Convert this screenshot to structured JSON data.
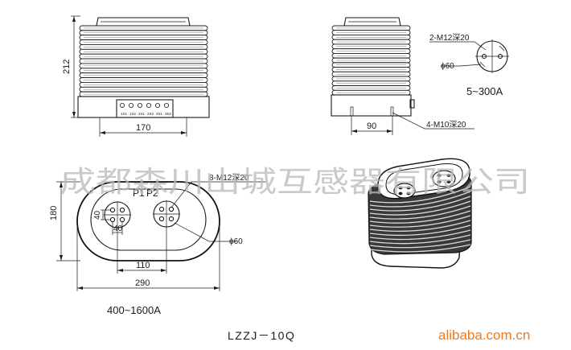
{
  "front_view": {
    "height_dim": "212",
    "width_dim": "170",
    "terminal_labels": [
      "1S1",
      "1S2",
      "2S1",
      "2S2",
      "3S1",
      "3S2"
    ]
  },
  "side_view": {
    "mount_dim": "90",
    "hole_note": "4-M10深20"
  },
  "primary_terminal_small": {
    "thread_note": "2-M12深20",
    "diameter_dim": "ϕ60",
    "current_range": "5~300A"
  },
  "top_view": {
    "thread_note": "8-M12深20",
    "primary_labels": [
      "P1",
      "P2"
    ],
    "height_dim": "180",
    "hole_spacing_v": "40",
    "hole_spacing_h": "40",
    "diameter_dim": "ϕ60",
    "center_dim": "110",
    "width_dim": "290",
    "current_range": "400~1600A"
  },
  "model": "LZZJ－10Q",
  "watermark": "成都森川山城互感器有限公司",
  "brand": "alibaba.com.cn"
}
